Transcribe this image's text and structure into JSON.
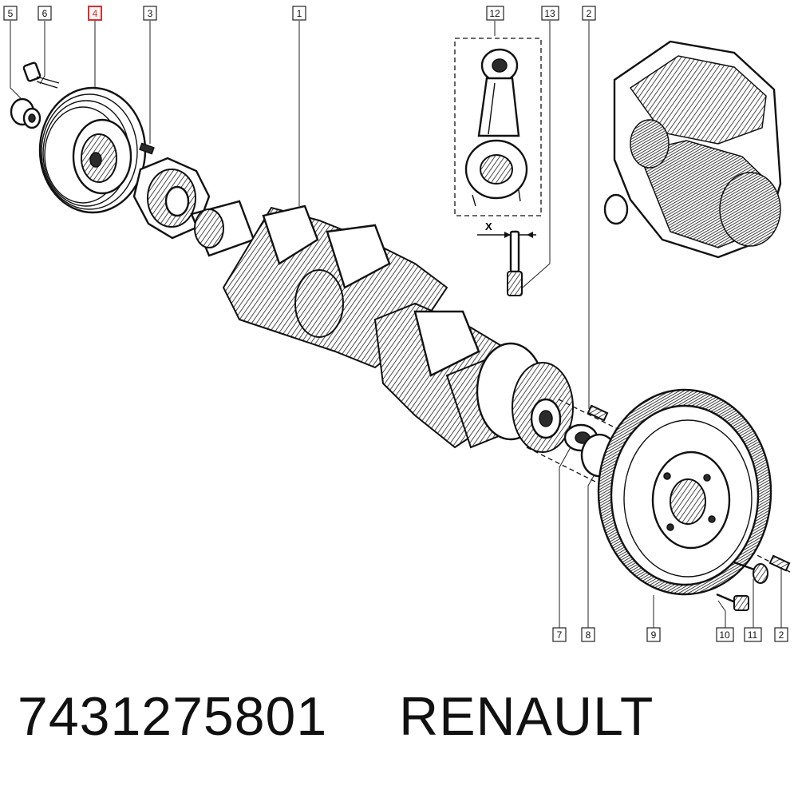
{
  "callouts": [
    {
      "label": "5",
      "highlight": false
    },
    {
      "label": "6",
      "highlight": false
    },
    {
      "label": "4",
      "highlight": true
    },
    {
      "label": "3",
      "highlight": false
    },
    {
      "label": "1",
      "highlight": false
    },
    {
      "label": "12",
      "highlight": false
    },
    {
      "label": "13",
      "highlight": false
    },
    {
      "label": "2",
      "highlight": false
    },
    {
      "label": "7",
      "highlight": false
    },
    {
      "label": "8",
      "highlight": false
    },
    {
      "label": "9",
      "highlight": false
    },
    {
      "label": "10",
      "highlight": false
    },
    {
      "label": "11",
      "highlight": false
    },
    {
      "label": "2",
      "highlight": false
    }
  ],
  "dimension_label": "X",
  "caption": {
    "part_number": "7431275801",
    "brand": "RENAULT"
  },
  "colors": {
    "highlight": "#d93030",
    "line": "#111111",
    "background": "#ffffff"
  }
}
